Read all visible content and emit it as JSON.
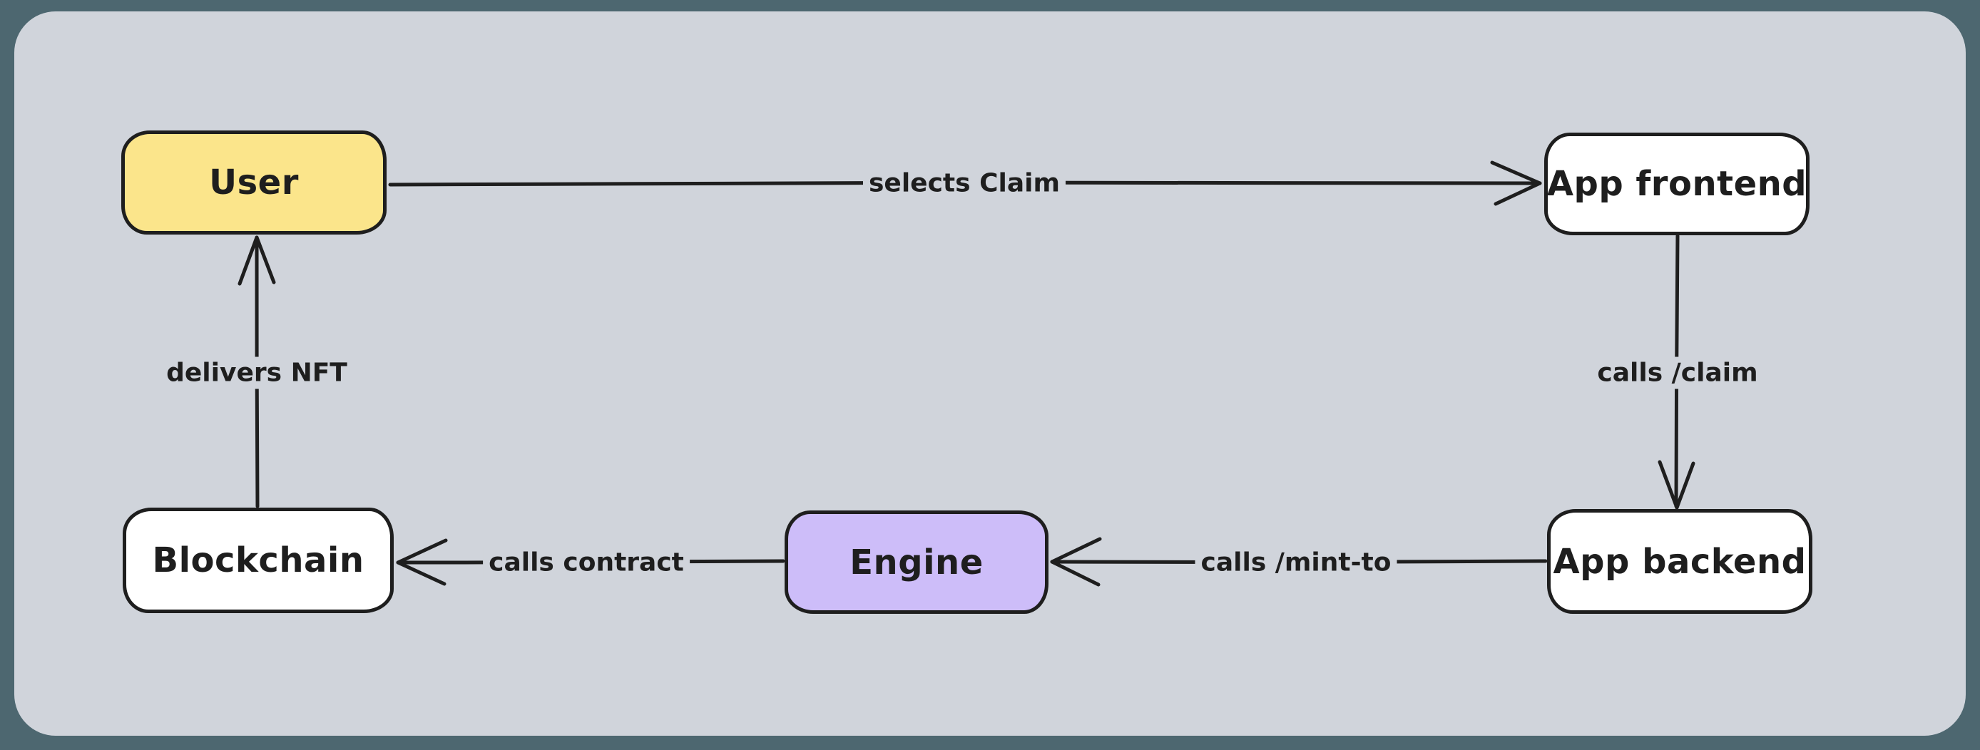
{
  "diagram": {
    "nodes": [
      {
        "id": "user",
        "label": "User",
        "fill": "#fbe58b"
      },
      {
        "id": "app-frontend",
        "label": "App frontend",
        "fill": "#ffffff"
      },
      {
        "id": "app-backend",
        "label": "App backend",
        "fill": "#ffffff"
      },
      {
        "id": "engine",
        "label": "Engine",
        "fill": "#cdbdf9"
      },
      {
        "id": "blockchain",
        "label": "Blockchain",
        "fill": "#ffffff"
      }
    ],
    "edges": [
      {
        "from": "user",
        "to": "app-frontend",
        "label": "selects Claim"
      },
      {
        "from": "app-frontend",
        "to": "app-backend",
        "label": "calls /claim"
      },
      {
        "from": "app-backend",
        "to": "engine",
        "label": "calls /mint-to"
      },
      {
        "from": "engine",
        "to": "blockchain",
        "label": "calls contract"
      },
      {
        "from": "blockchain",
        "to": "user",
        "label": "delivers NFT"
      }
    ],
    "colors": {
      "stroke": "#1e1e1e",
      "canvas_background": "#d0d4db",
      "frame_background": "#4d6770",
      "node_yellow": "#fbe58b",
      "node_purple": "#cdbdf9",
      "node_white": "#ffffff"
    }
  }
}
